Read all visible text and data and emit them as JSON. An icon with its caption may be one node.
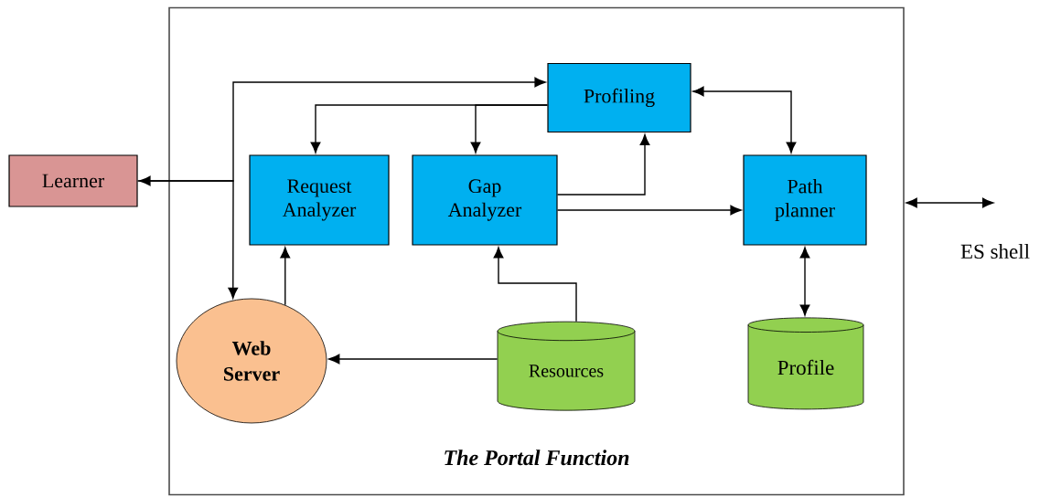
{
  "diagram": {
    "nodes": [
      {
        "text": [
          "The Portal Function"
        ]
      },
      {
        "text": [
          "Learner"
        ]
      },
      {
        "text": [
          "Profiling"
        ],
        "in": 0
      },
      {
        "text": [
          "Request Analyzer"
        ],
        "in": 0
      },
      {
        "text": [
          "Gap Analyzer"
        ],
        "in": 0
      },
      {
        "text": [
          "Path planner"
        ],
        "in": 0
      },
      {
        "text": [
          "Web Server"
        ],
        "in": 0
      },
      {
        "text": [
          "Resources"
        ],
        "in": 0
      },
      {
        "text": [
          "Profile"
        ],
        "in": 0
      },
      {
        "text": [
          "ES shell"
        ]
      }
    ],
    "edges": [
      {
        "from": 1,
        "to": 2,
        "arrow": "both"
      },
      {
        "from": 1,
        "to": 6,
        "arrow": "to"
      },
      {
        "from": 2,
        "to": 3,
        "arrow": "to"
      },
      {
        "from": 2,
        "to": 4,
        "arrow": "to"
      },
      {
        "from": 4,
        "to": 2,
        "arrow": "to"
      },
      {
        "from": 4,
        "to": 5,
        "arrow": "to"
      },
      {
        "from": 5,
        "to": 2,
        "arrow": "both"
      },
      {
        "from": 5,
        "to": 8,
        "arrow": "both"
      },
      {
        "from": 7,
        "to": 4,
        "arrow": "to"
      },
      {
        "from": 7,
        "to": 6,
        "arrow": "to"
      },
      {
        "from": 6,
        "to": 3,
        "arrow": "to"
      },
      {
        "from": 0,
        "to": 9,
        "arrow": "both"
      }
    ]
  }
}
